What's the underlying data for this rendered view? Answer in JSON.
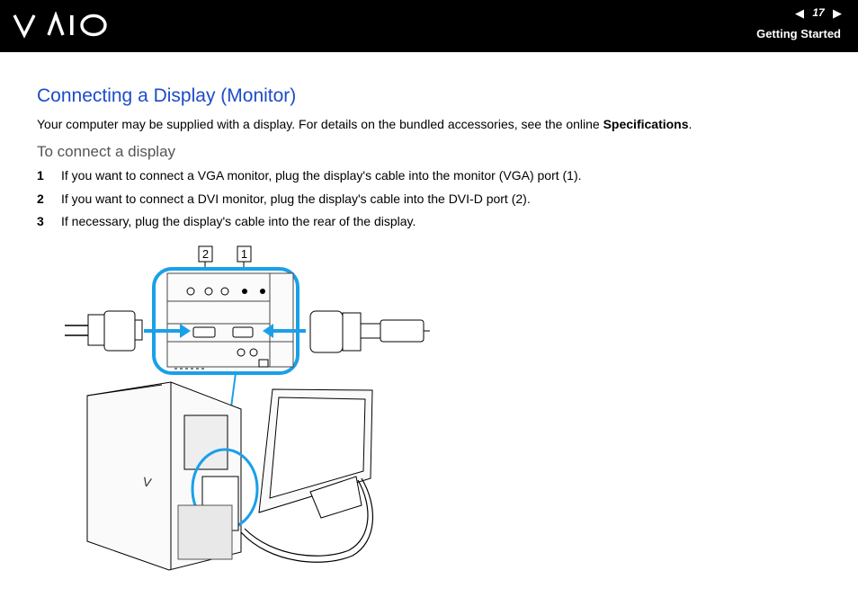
{
  "header": {
    "brand_icon": "vaio-logo-icon",
    "page_number": "17",
    "prev_icon": "triangle-left-icon",
    "next_icon": "triangle-right-icon",
    "section": "Getting Started"
  },
  "content": {
    "title": "Connecting a Display (Monitor)",
    "intro_before": "Your computer may be supplied with a display. For details on the bundled accessories, see the online ",
    "intro_bold": "Specifications",
    "intro_after": ".",
    "subheading": "To connect a display",
    "steps": [
      {
        "num": "1",
        "text": "If you want to connect a VGA monitor, plug the display's cable into the monitor (VGA) port (1)."
      },
      {
        "num": "2",
        "text": "If you want to connect a DVI monitor, plug the display's cable into the DVI-D port (2)."
      },
      {
        "num": "3",
        "text": "If necessary, plug the display's cable into the rear of the display."
      }
    ]
  },
  "figure": {
    "callouts": [
      "2",
      "1"
    ],
    "colors": {
      "accent": "#1aa0e8",
      "header": "#000000",
      "title": "#1d4cc8"
    }
  }
}
